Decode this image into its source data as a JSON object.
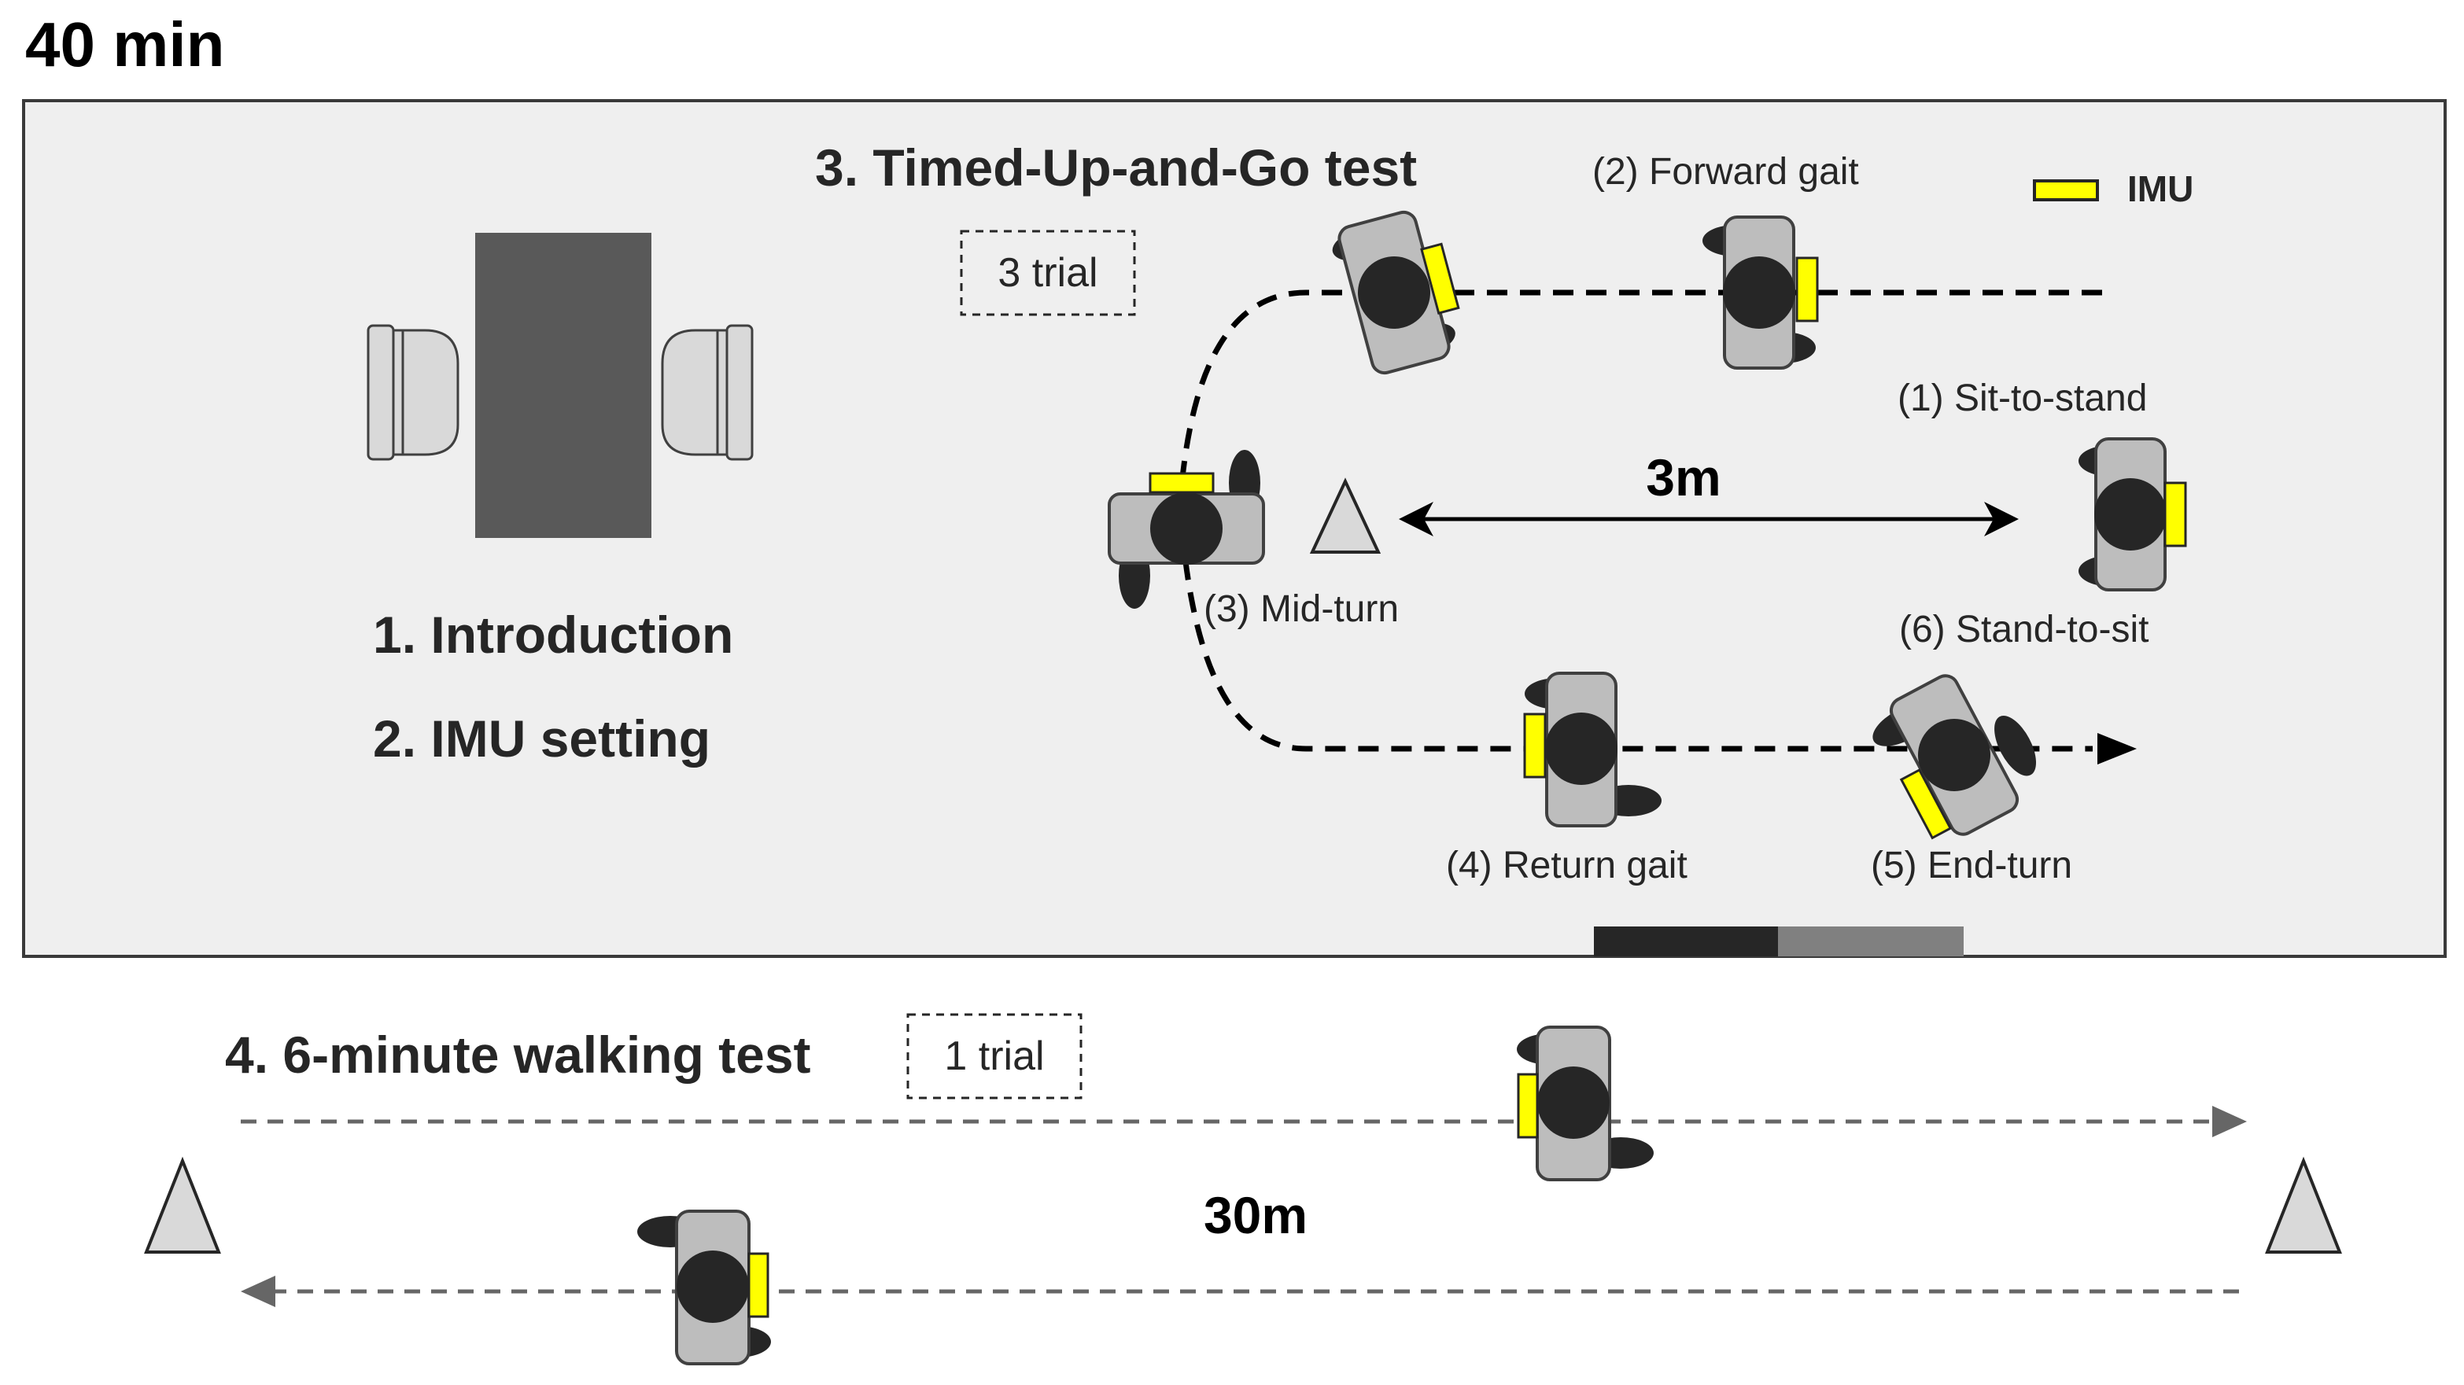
{
  "duration": "40 min",
  "intro": {
    "step1": "1. Introduction",
    "step2": "2. IMU setting"
  },
  "tug": {
    "title": "3. Timed-Up-and-Go test",
    "trials": "3 trial",
    "distance": "3m",
    "phases": {
      "sit_to_stand": "(1) Sit-to-stand",
      "forward_gait": "(2) Forward gait",
      "mid_turn": "(3) Mid-turn",
      "return_gait": "(4) Return gait",
      "end_turn": "(5) End-turn",
      "stand_to_sit": "(6) Stand-to-sit"
    }
  },
  "legend": {
    "imu_label": "IMU"
  },
  "walk6": {
    "title": "4. 6-minute walking test",
    "trials": "1 trial",
    "distance": "30m"
  },
  "colors": {
    "panel_bg": "#efefef",
    "imu": "#ffff00",
    "body_fill": "#bdbdbd",
    "head": "#262626",
    "table": "#595959",
    "chair": "#d9d9d9",
    "bar_dark": "#262626",
    "bar_mid": "#808080"
  }
}
